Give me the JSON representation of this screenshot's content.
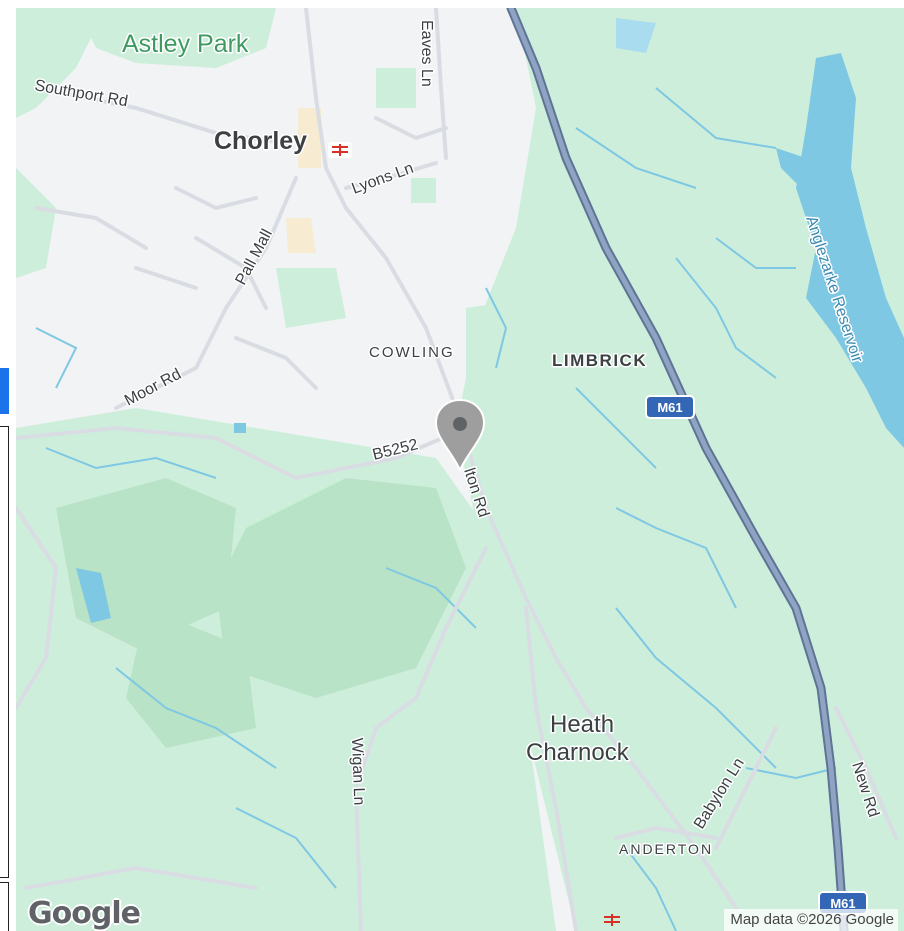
{
  "map": {
    "places": {
      "chorley": "Chorley",
      "astley_park": "Astley Park",
      "cowling": "COWLING",
      "limbrick": "LIMBRICK",
      "heath_charnock_1": "Heath",
      "heath_charnock_2": "Charnock",
      "anderton": "ANDERTON",
      "anglezarke_reservoir": "Anglezarke Reservoir"
    },
    "roads": {
      "southport_rd": "Southport Rd",
      "eaves_ln": "Eaves Ln",
      "lyons_ln": "Lyons Ln",
      "pall_mall": "Pall Mall",
      "moor_rd": "Moor Rd",
      "b5252": "B5252",
      "bolton_rd_partial": "lton Rd",
      "wigan_ln": "Wigan Ln",
      "babylon_ln": "Babylon Ln",
      "new_rd": "New Rd",
      "m61_shield": "M61",
      "m61_shield_bottom": "M61"
    },
    "logo": "Google",
    "attribution": "Map data ©2026 Google",
    "colors": {
      "land": "#f1f3f4",
      "green": "#cdeedb",
      "water": "#7ec8e3",
      "motorway": "#7d8fae",
      "road": "#d9dde3",
      "rail_icon": "#d93025",
      "pin": "#9e9e9e"
    }
  }
}
